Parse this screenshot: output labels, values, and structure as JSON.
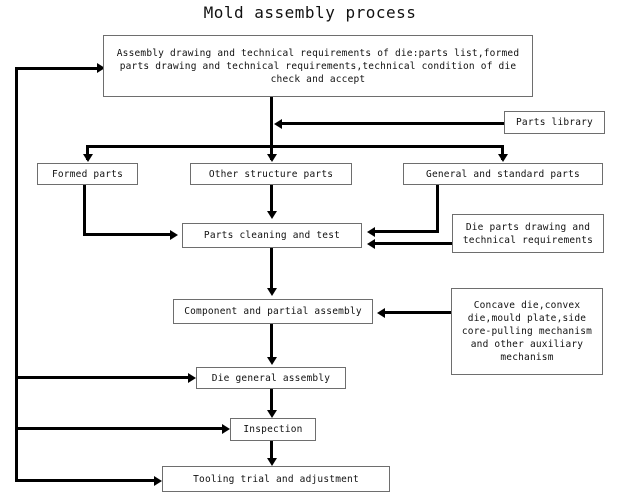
{
  "diagram": {
    "title": "Mold assembly process",
    "type": "flowchart",
    "nodes": {
      "requirements": "Assembly drawing and technical requirements of die:parts list,formed parts drawing and technical requirements,technical condition of die check and accept",
      "parts_library": "Parts library",
      "formed_parts": "Formed parts",
      "other_structure_parts": "Other structure parts",
      "general_standard_parts": "General and standard parts",
      "parts_cleaning": "Parts cleaning and test",
      "die_parts_drawing": "Die parts drawing and technical requirements",
      "component_assembly": "Component and partial assembly",
      "concave_die": "Concave die,convex die,mould plate,side core-pulling mechanism and other auxiliary mechanism",
      "die_general_assembly": "Die general assembly",
      "inspection": "Inspection",
      "tooling_trial": "Tooling trial and adjustment"
    },
    "edges": [
      {
        "from": "requirements",
        "to": "formed_parts"
      },
      {
        "from": "requirements",
        "to": "other_structure_parts"
      },
      {
        "from": "requirements",
        "to": "general_standard_parts"
      },
      {
        "from": "parts_library",
        "to": "requirements"
      },
      {
        "from": "formed_parts",
        "to": "parts_cleaning"
      },
      {
        "from": "other_structure_parts",
        "to": "parts_cleaning"
      },
      {
        "from": "general_standard_parts",
        "to": "parts_cleaning"
      },
      {
        "from": "die_parts_drawing",
        "to": "parts_cleaning"
      },
      {
        "from": "parts_cleaning",
        "to": "component_assembly"
      },
      {
        "from": "concave_die",
        "to": "component_assembly"
      },
      {
        "from": "component_assembly",
        "to": "die_general_assembly"
      },
      {
        "from": "die_general_assembly",
        "to": "inspection"
      },
      {
        "from": "inspection",
        "to": "tooling_trial"
      },
      {
        "from": "requirements",
        "to": "die_general_assembly"
      },
      {
        "from": "requirements",
        "to": "inspection"
      },
      {
        "from": "requirements",
        "to": "tooling_trial"
      }
    ],
    "colors": {
      "background": "#ffffff",
      "box_border": "#6e6e6e",
      "connector": "#000000",
      "text": "#111111"
    }
  }
}
